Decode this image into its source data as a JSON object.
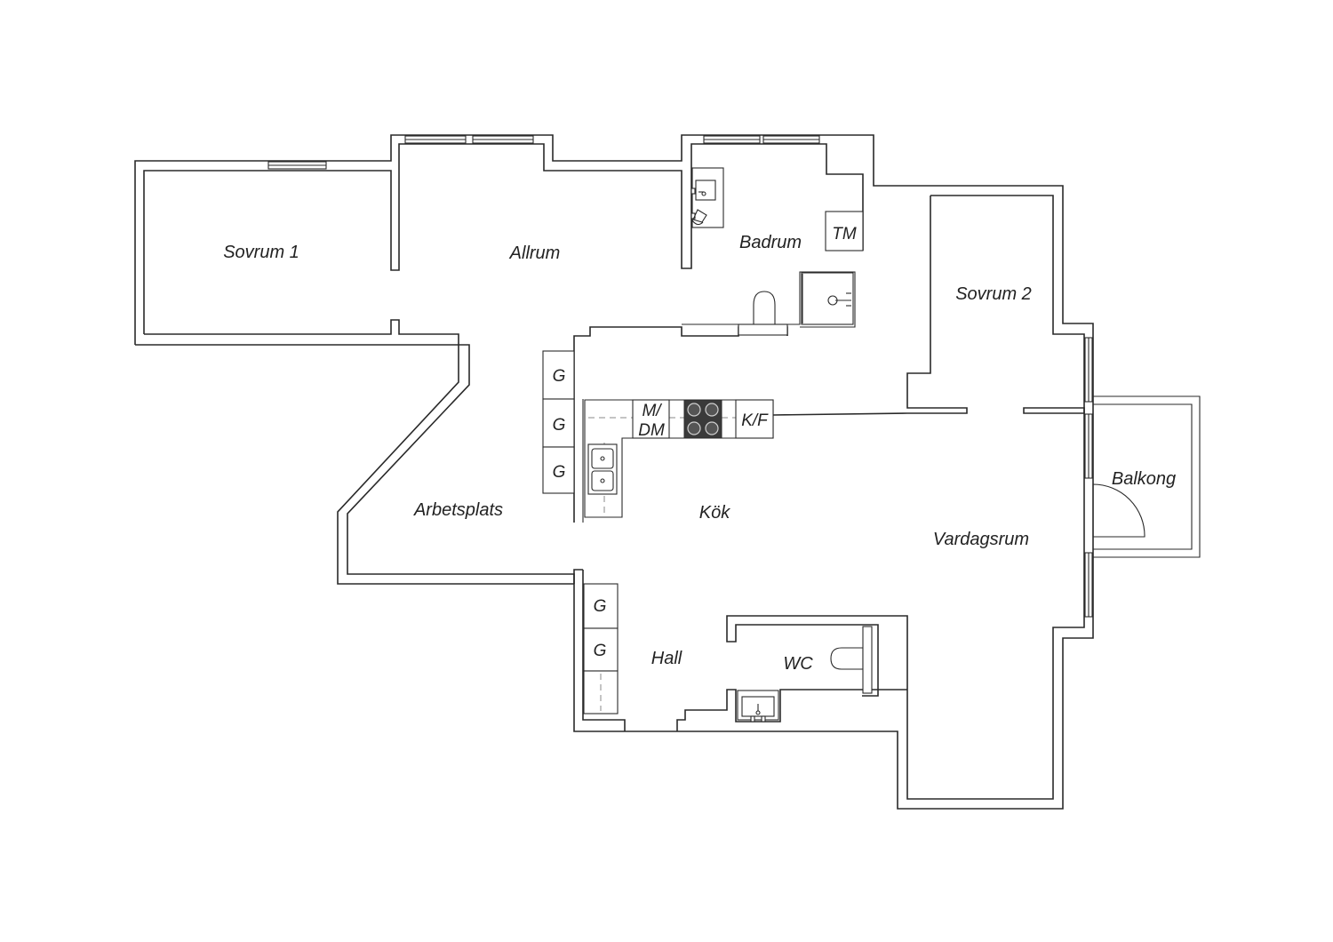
{
  "rooms": {
    "sovrum1": "Sovrum 1",
    "allrum": "Allrum",
    "badrum": "Badrum",
    "sovrum2": "Sovrum 2",
    "arbetsplats": "Arbetsplats",
    "kok": "Kök",
    "vardagsrum": "Vardagsrum",
    "balkong": "Balkong",
    "hall": "Hall",
    "wc": "WC"
  },
  "fixtures": {
    "tm": "TM",
    "md_top": "M/",
    "md_bottom": "DM",
    "kf": "K/F",
    "wardrobe": "G"
  },
  "colors": {
    "line": "#2a2a2a",
    "hob": "#3a3a3a",
    "background": "#ffffff"
  }
}
